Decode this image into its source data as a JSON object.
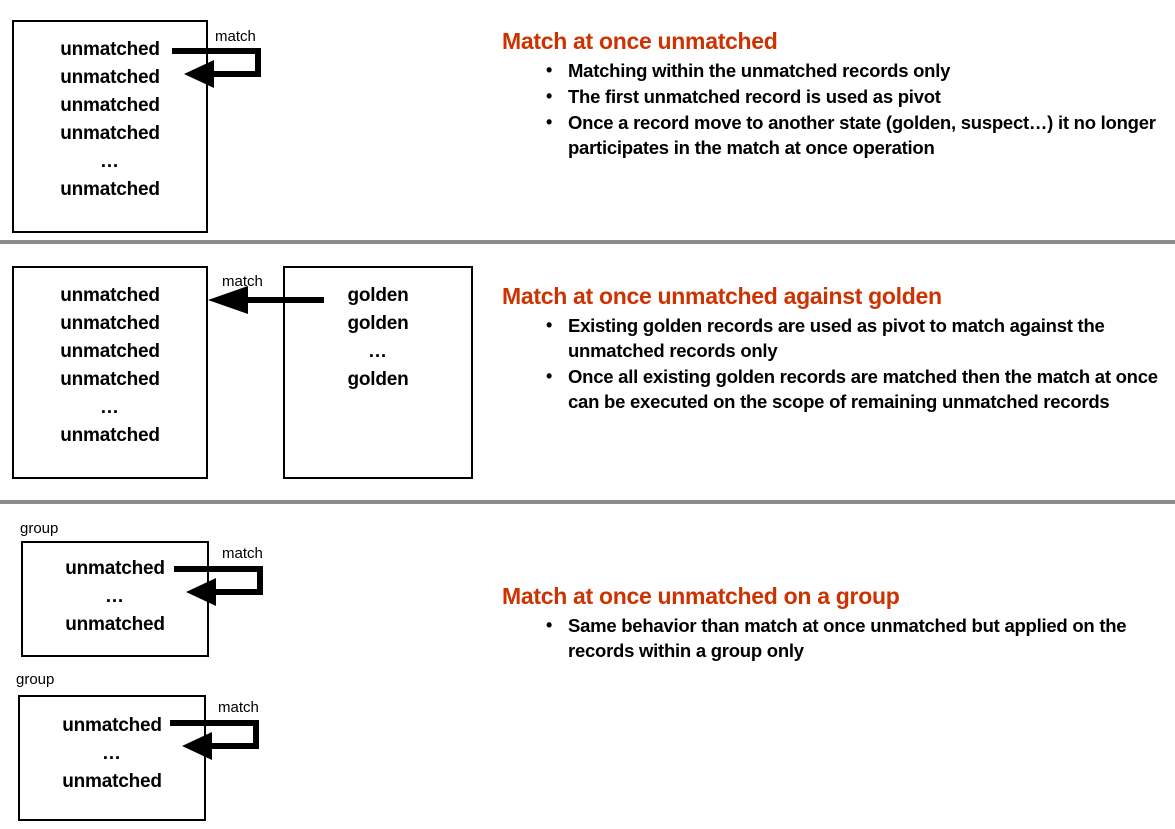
{
  "palette": {
    "heading": "#cc3300",
    "divider": "#8c8c8c",
    "box_border": "#000000",
    "text": "#000000",
    "background": "#ffffff"
  },
  "labels": {
    "match": "match",
    "group": "group",
    "bullet_glyph": "•",
    "ellipsis": "…"
  },
  "sections": [
    {
      "id": "match-at-once-unmatched",
      "heading": "Match at once unmatched",
      "bullets": [
        "Matching within the unmatched records only",
        "The first unmatched record is used as pivot",
        "Once a record move to another state (golden, suspect…) it no longer participates in the match at once operation"
      ],
      "boxes": [
        {
          "id": "unmatched-box-1",
          "records": [
            "unmatched",
            "unmatched",
            "unmatched",
            "unmatched",
            "…",
            "unmatched"
          ]
        }
      ],
      "arrow": {
        "label": "match",
        "kind": "self-loop"
      }
    },
    {
      "id": "match-at-once-unmatched-against-golden",
      "heading": "Match at once unmatched against golden",
      "bullets": [
        "Existing golden records are used as pivot to match against the unmatched records only",
        "Once all existing golden records are matched then the match at once can be executed on the scope of remaining unmatched records"
      ],
      "boxes": [
        {
          "id": "unmatched-box-2",
          "records": [
            "unmatched",
            "unmatched",
            "unmatched",
            "unmatched",
            "…",
            "unmatched"
          ]
        },
        {
          "id": "golden-box",
          "records": [
            "golden",
            "golden",
            "…",
            "golden"
          ]
        }
      ],
      "arrow": {
        "label": "match",
        "kind": "golden-to-unmatched"
      }
    },
    {
      "id": "match-at-once-unmatched-on-a-group",
      "heading": "Match at once unmatched on a group",
      "bullets": [
        "Same behavior than match at once unmatched but applied on the records within a group only"
      ],
      "boxes": [
        {
          "id": "group-box-1",
          "group_label": "group",
          "records": [
            "unmatched",
            "…",
            "unmatched"
          ]
        },
        {
          "id": "group-box-2",
          "group_label": "group",
          "records": [
            "unmatched",
            "…",
            "unmatched"
          ]
        }
      ],
      "arrow": {
        "label": "match",
        "kind": "self-loop"
      }
    }
  ]
}
